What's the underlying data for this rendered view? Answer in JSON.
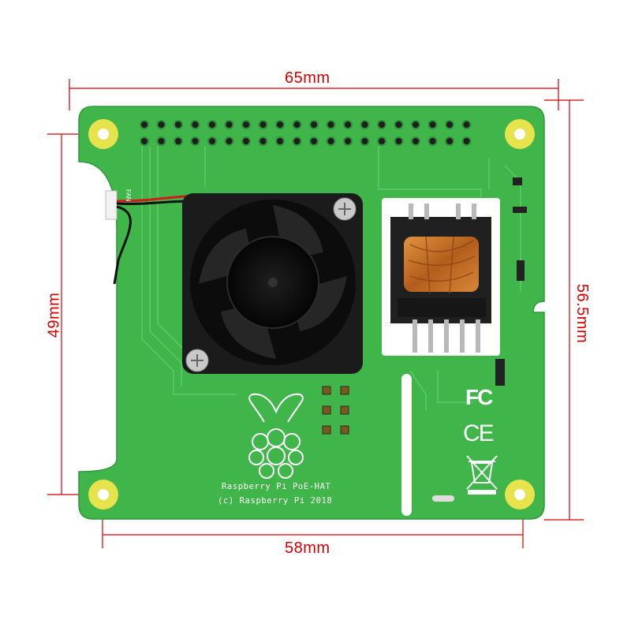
{
  "dimensions": {
    "top_width": "65mm",
    "bottom_width": "58mm",
    "left_height": "49mm",
    "right_height": "56.5mm"
  },
  "board": {
    "title_line": "Raspberry Pi PoE-HAT",
    "copyright_line": "(c) Raspberry Pi 2018",
    "fan_label": "FAN",
    "fcc_mark": "FC",
    "ce_mark": "CE"
  },
  "colors": {
    "pcb_green": "#3fb54a",
    "pad_yellow": "#e7e34c",
    "dimension_red": "#d40000",
    "fan_black": "#121212",
    "transformer_copper": "#c4742a"
  }
}
